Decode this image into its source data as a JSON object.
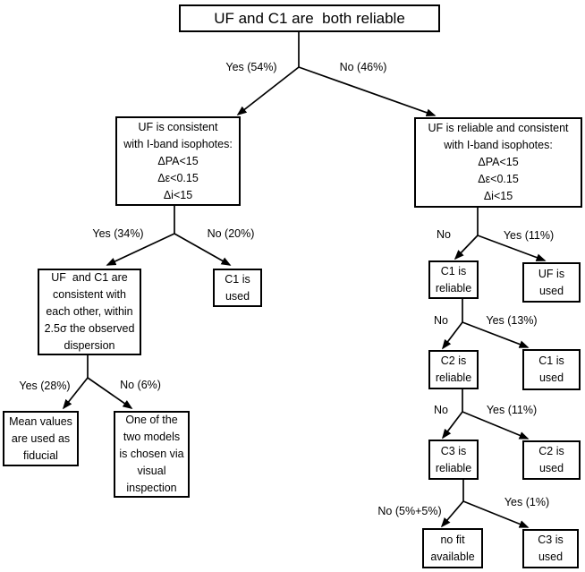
{
  "colors": {
    "background": "#ffffff",
    "line": "#000000",
    "box_border": "#000000",
    "text": "#000000"
  },
  "boxes": {
    "root": {
      "lines": [
        "UF and C1 are  both reliable"
      ]
    },
    "uf_consistent": {
      "lines": [
        "UF is consistent",
        "with I-band isophotes:",
        "ΔPA<15",
        "Δε<0.15",
        "Δi<15"
      ]
    },
    "uf_reliable_consistent": {
      "lines": [
        "UF is reliable and consistent",
        "with I-band isophotes:",
        "ΔPA<15",
        "Δε<0.15",
        "Δi<15"
      ]
    },
    "uf_c1_consistent": {
      "lines": [
        "UF  and C1 are",
        "consistent with",
        "each other, within",
        "2.5σ the observed",
        "dispersion"
      ]
    },
    "c1_used_left": {
      "lines": [
        "C1 is",
        "used"
      ]
    },
    "mean_values": {
      "lines": [
        "Mean values",
        "are used as",
        "fiducial"
      ]
    },
    "one_of_two": {
      "lines": [
        "One of the",
        "two models",
        "is chosen via",
        "visual",
        "inspection"
      ]
    },
    "c1_reliable": {
      "lines": [
        "C1 is",
        "reliable"
      ]
    },
    "uf_used": {
      "lines": [
        "UF is",
        "used"
      ]
    },
    "c2_reliable": {
      "lines": [
        "C2 is",
        "reliable"
      ]
    },
    "c1_used_right": {
      "lines": [
        "C1 is",
        "used"
      ]
    },
    "c3_reliable": {
      "lines": [
        "C3 is",
        "reliable"
      ]
    },
    "c2_used": {
      "lines": [
        "C2 is",
        "used"
      ]
    },
    "no_fit": {
      "lines": [
        "no fit",
        "available"
      ]
    },
    "c3_used": {
      "lines": [
        "C3 is",
        "used"
      ]
    }
  },
  "edge_labels": {
    "root_yes": "Yes (54%)",
    "root_no": "No (46%)",
    "left_yes": "Yes (34%)",
    "left_no": "No (20%)",
    "consistency_yes": "Yes (28%)",
    "consistency_no": "No (6%)",
    "right1_no": "No",
    "right1_yes": "Yes (11%)",
    "right2_no": "No",
    "right2_yes": "Yes (13%)",
    "right3_no": "No",
    "right3_yes": "Yes (11%)",
    "right4_no": "No (5%+5%)",
    "right4_yes": "Yes (1%)"
  }
}
